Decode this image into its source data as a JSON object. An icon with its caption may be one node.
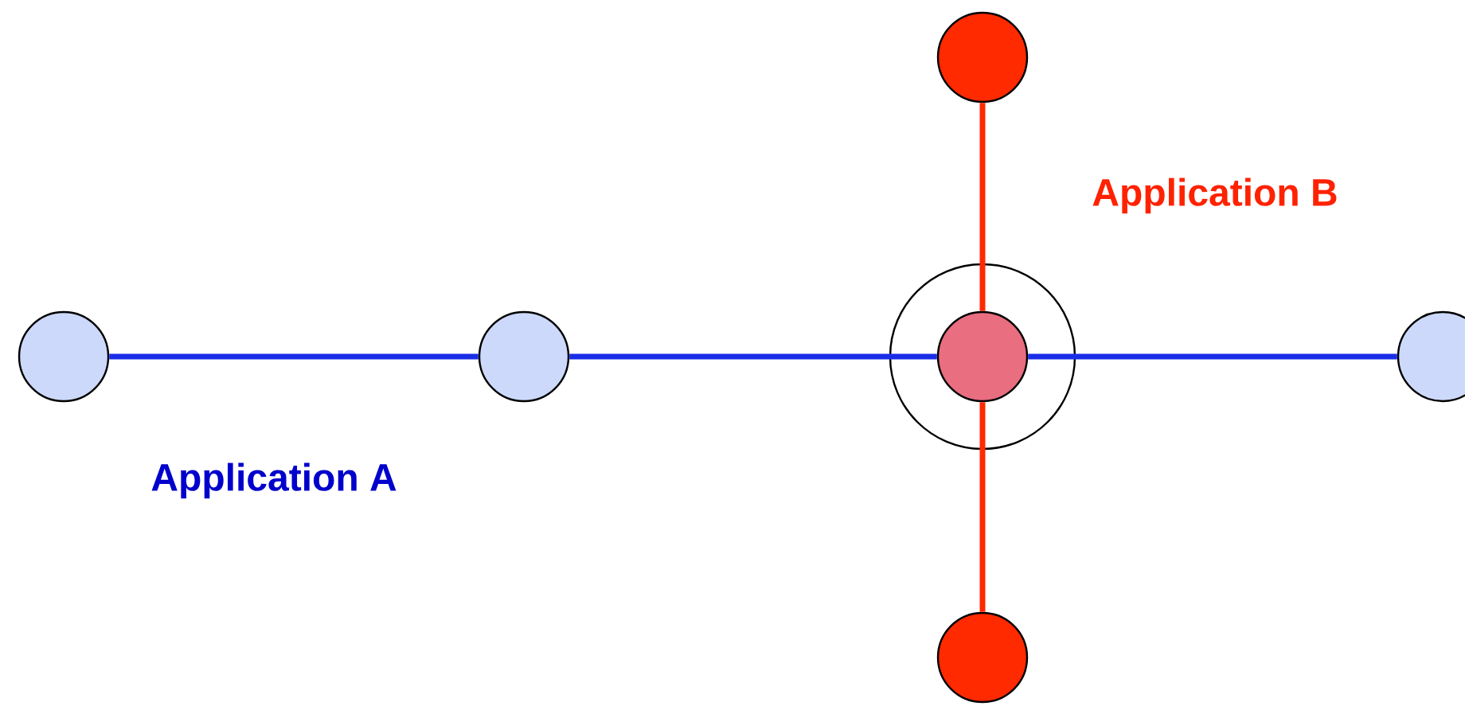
{
  "diagram": {
    "nodes": [
      {
        "text": [],
        "shape": "circle"
      },
      {
        "text": [],
        "shape": "circle"
      },
      {
        "text": [],
        "shape": "circle"
      },
      {
        "text": [],
        "shape": "circle",
        "in": 2
      },
      {
        "text": [],
        "shape": "circle"
      },
      {
        "text": [],
        "shape": "circle"
      },
      {
        "text": [],
        "shape": "circle"
      }
    ],
    "edges": [
      {
        "from": 0,
        "to": 1,
        "arrow": "none"
      },
      {
        "from": 1,
        "to": 3,
        "arrow": "none"
      },
      {
        "from": 3,
        "to": 4,
        "arrow": "none"
      },
      {
        "from": 5,
        "to": 3,
        "arrow": "none",
        "color": "#ff2a00"
      },
      {
        "from": 3,
        "to": 6,
        "arrow": "none",
        "color": "#ff2a00"
      }
    ],
    "labels": [
      "Application B",
      "Application A"
    ]
  }
}
